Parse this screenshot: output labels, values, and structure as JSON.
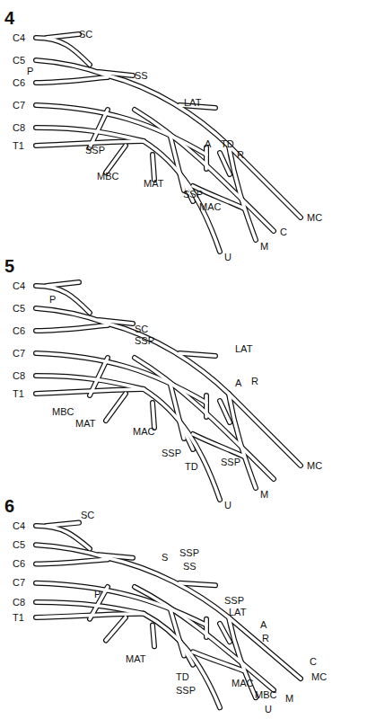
{
  "diagram": {
    "labels": [
      "4",
      "C4",
      "SC",
      "C5",
      "P",
      "C6",
      "SS",
      "C7",
      "LAT",
      "C8",
      "T1",
      "A",
      "TD",
      "R",
      "SSP",
      "MBC",
      "MAT",
      "SSP",
      "MAC",
      "MC",
      "C",
      "M",
      "U",
      "5",
      "C4",
      "P",
      "C5",
      "C6",
      "SC",
      "SSP",
      "C7",
      "LAT",
      "C8",
      "T1",
      "A",
      "R",
      "MBC",
      "MAT",
      "MAC",
      "SSP",
      "TD",
      "SSP",
      "MC",
      "M",
      "U",
      "6",
      "C4",
      "SC",
      "C5",
      "S",
      "SSP",
      "SS",
      "C6",
      "P",
      "C7",
      "SSP",
      "LAT",
      "C8",
      "A",
      "R",
      "T1",
      "MAT",
      "TD",
      "SSP",
      "C",
      "MAC",
      "MBC",
      "MC",
      "M",
      "U"
    ]
  }
}
